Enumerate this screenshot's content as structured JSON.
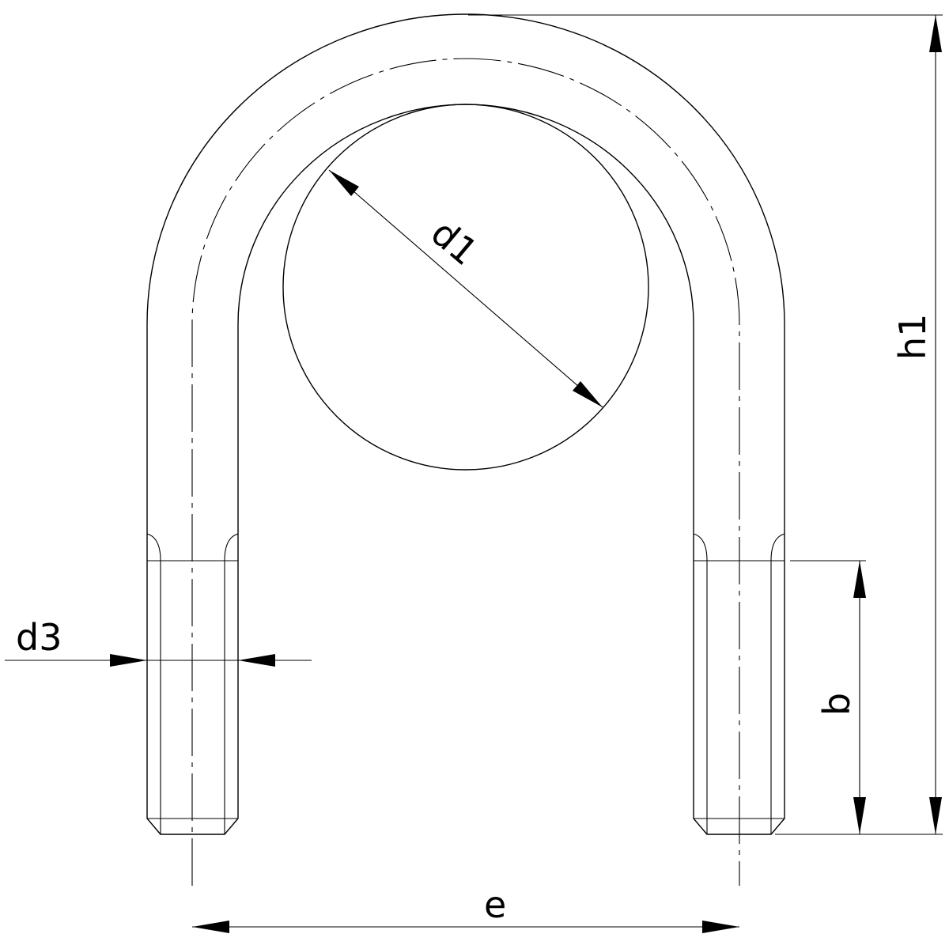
{
  "drawing": {
    "subject": "U-bolt",
    "colors": {
      "line": "#000000",
      "background": "#ffffff"
    },
    "dimensions": {
      "d1": {
        "label": "d1",
        "meaning": "pipe / inner diameter"
      },
      "d3": {
        "label": "d3",
        "meaning": "thread diameter"
      },
      "h1": {
        "label": "h1",
        "meaning": "overall height"
      },
      "b": {
        "label": "b",
        "meaning": "thread length"
      },
      "e": {
        "label": "e",
        "meaning": "leg center distance"
      }
    }
  }
}
